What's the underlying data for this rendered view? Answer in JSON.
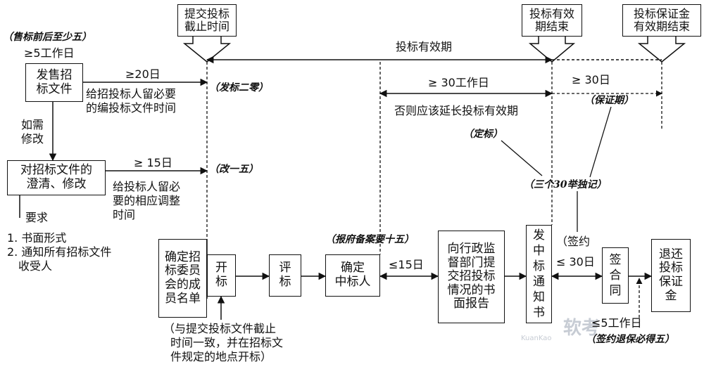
{
  "top_boxes": {
    "bid_deadline": [
      "提交投标",
      "截止时间"
    ],
    "validity_end": [
      "投标有效",
      "期结束"
    ],
    "deposit_end": [
      "投标保证金",
      "有效期结束"
    ]
  },
  "notes": {
    "sale_days": "（售标前后至少五）",
    "send_two_week": "（发标二零）",
    "clarify_15": "（改一五）",
    "report_15": "（报府备案要十五）",
    "award": "（定标）",
    "three_30": "（三个30举独记）",
    "deposit_period": "（保证期）",
    "refund": "（签约退保必得五）"
  },
  "labels": {
    "min5": "≥5工作日",
    "validity": "投标有效期",
    "ge20": "≥20日",
    "ge20_desc": [
      "给招投标人留必要",
      "的编投标文件时间"
    ],
    "if_needed": [
      "如需",
      "修改"
    ],
    "ge15": "≥ 15日",
    "ge15_desc": [
      "给投标人留必",
      "要的相应调整",
      "时间"
    ],
    "ge30wd": "≥ 30工作日",
    "extend": "否则应该延长投标有效期",
    "ge30d": "≥ 30日",
    "requirement": "要求",
    "req_items": [
      "1. 书面形式",
      "2. 通知所有招标文件",
      "收受人"
    ],
    "le15": "≤15日",
    "sign_contract": "（签约",
    "le30": "≤ 30日",
    "le5wd": "≤5工作日",
    "open_note": [
      "（与提交投标文件截止",
      "时间一致，并在招标文",
      "件规定的地点开标）"
    ]
  },
  "process_boxes": {
    "sell": [
      "发售招",
      "标文件"
    ],
    "clarify": [
      "对招标文件的",
      "澄清、修改"
    ],
    "committee": [
      "确定招",
      "标委员",
      "会的成",
      "员名单"
    ],
    "open": [
      "开",
      "标"
    ],
    "evaluate": [
      "评",
      "标"
    ],
    "winner": [
      "确定",
      "中标人"
    ],
    "report": [
      "向行政监",
      "督部门提",
      "交招投标",
      "情况的书",
      "面报告"
    ],
    "notice": [
      "发",
      "中",
      "标",
      "通",
      "知",
      "书"
    ],
    "contract": [
      "签",
      "合",
      "同"
    ],
    "refund": [
      "退还",
      "投标",
      "保证",
      "金"
    ]
  },
  "watermark": {
    "main": "软考",
    "sub": "KuanKao"
  }
}
